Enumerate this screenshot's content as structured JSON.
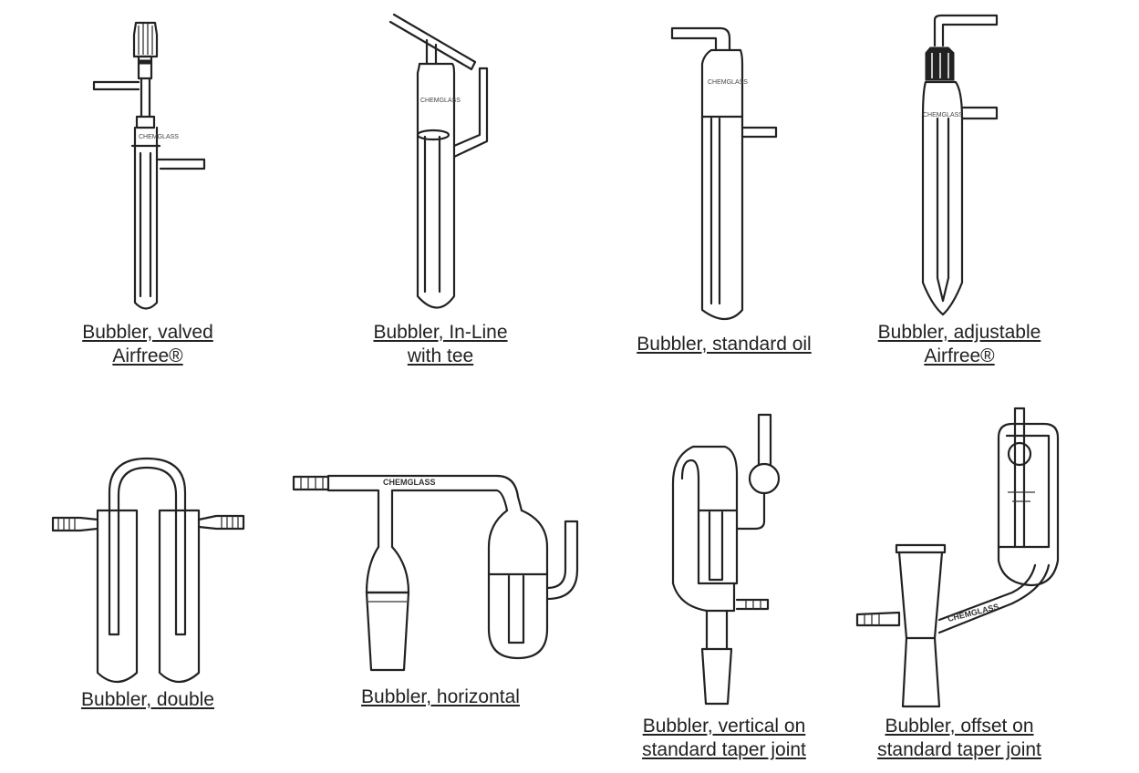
{
  "items": [
    {
      "line1": "Bubbler, valved",
      "line2": "Airfree®"
    },
    {
      "line1": "Bubbler, In-Line",
      "line2": "with tee"
    },
    {
      "line1": "Bubbler, standard oil",
      "line2": ""
    },
    {
      "line1": "Bubbler, adjustable",
      "line2": "Airfree®"
    },
    {
      "line1": "Bubbler, double",
      "line2": ""
    },
    {
      "line1": "Bubbler, horizontal",
      "line2": ""
    },
    {
      "line1": "Bubbler, vertical on",
      "line2": "standard taper joint"
    },
    {
      "line1": "Bubbler, offset on",
      "line2": "standard taper joint"
    }
  ],
  "brand_marks": {
    "small": "CHEMGLASS",
    "large": "CHEMGLASS"
  }
}
